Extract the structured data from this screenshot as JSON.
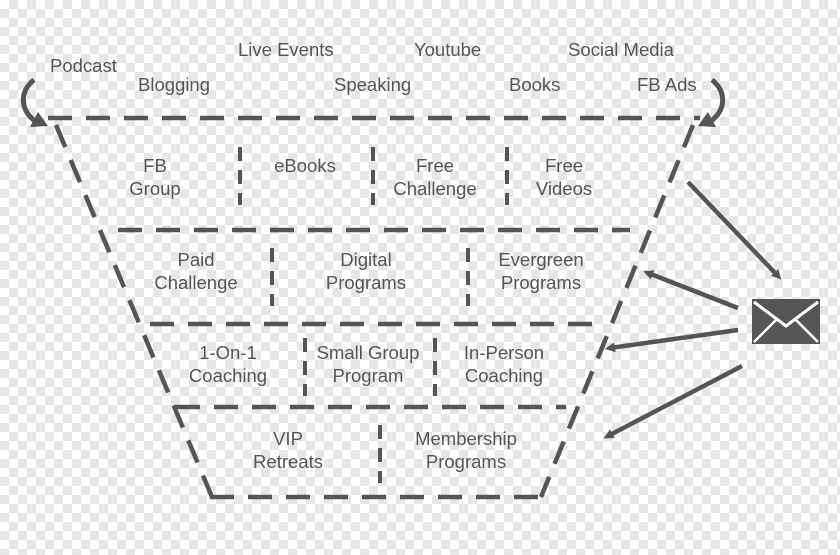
{
  "colors": {
    "ink": "#555555",
    "background": "#ffffff"
  },
  "sources": {
    "podcast": "Podcast",
    "live_events": "Live Events",
    "youtube": "Youtube",
    "social_media": "Social Media",
    "blogging": "Blogging",
    "speaking": "Speaking",
    "books": "Books",
    "fb_ads": "FB Ads"
  },
  "funnel": {
    "tier1": [
      {
        "line1": "FB",
        "line2": "Group"
      },
      {
        "line1": "eBooks",
        "line2": ""
      },
      {
        "line1": "Free",
        "line2": "Challenge"
      },
      {
        "line1": "Free",
        "line2": "Videos"
      }
    ],
    "tier2": [
      {
        "line1": "Paid",
        "line2": "Challenge"
      },
      {
        "line1": "Digital",
        "line2": "Programs"
      },
      {
        "line1": "Evergreen",
        "line2": "Programs"
      }
    ],
    "tier3": [
      {
        "line1": "1-On-1",
        "line2": "Coaching"
      },
      {
        "line1": "Small Group",
        "line2": "Program"
      },
      {
        "line1": "In-Person",
        "line2": "Coaching"
      }
    ],
    "tier4": [
      {
        "line1": "VIP",
        "line2": "Retreats"
      },
      {
        "line1": "Membership",
        "line2": "Programs"
      }
    ]
  },
  "icons": {
    "email": "envelope-icon",
    "left_curve": "curved-arrow-icon",
    "right_curve": "curved-arrow-icon"
  }
}
